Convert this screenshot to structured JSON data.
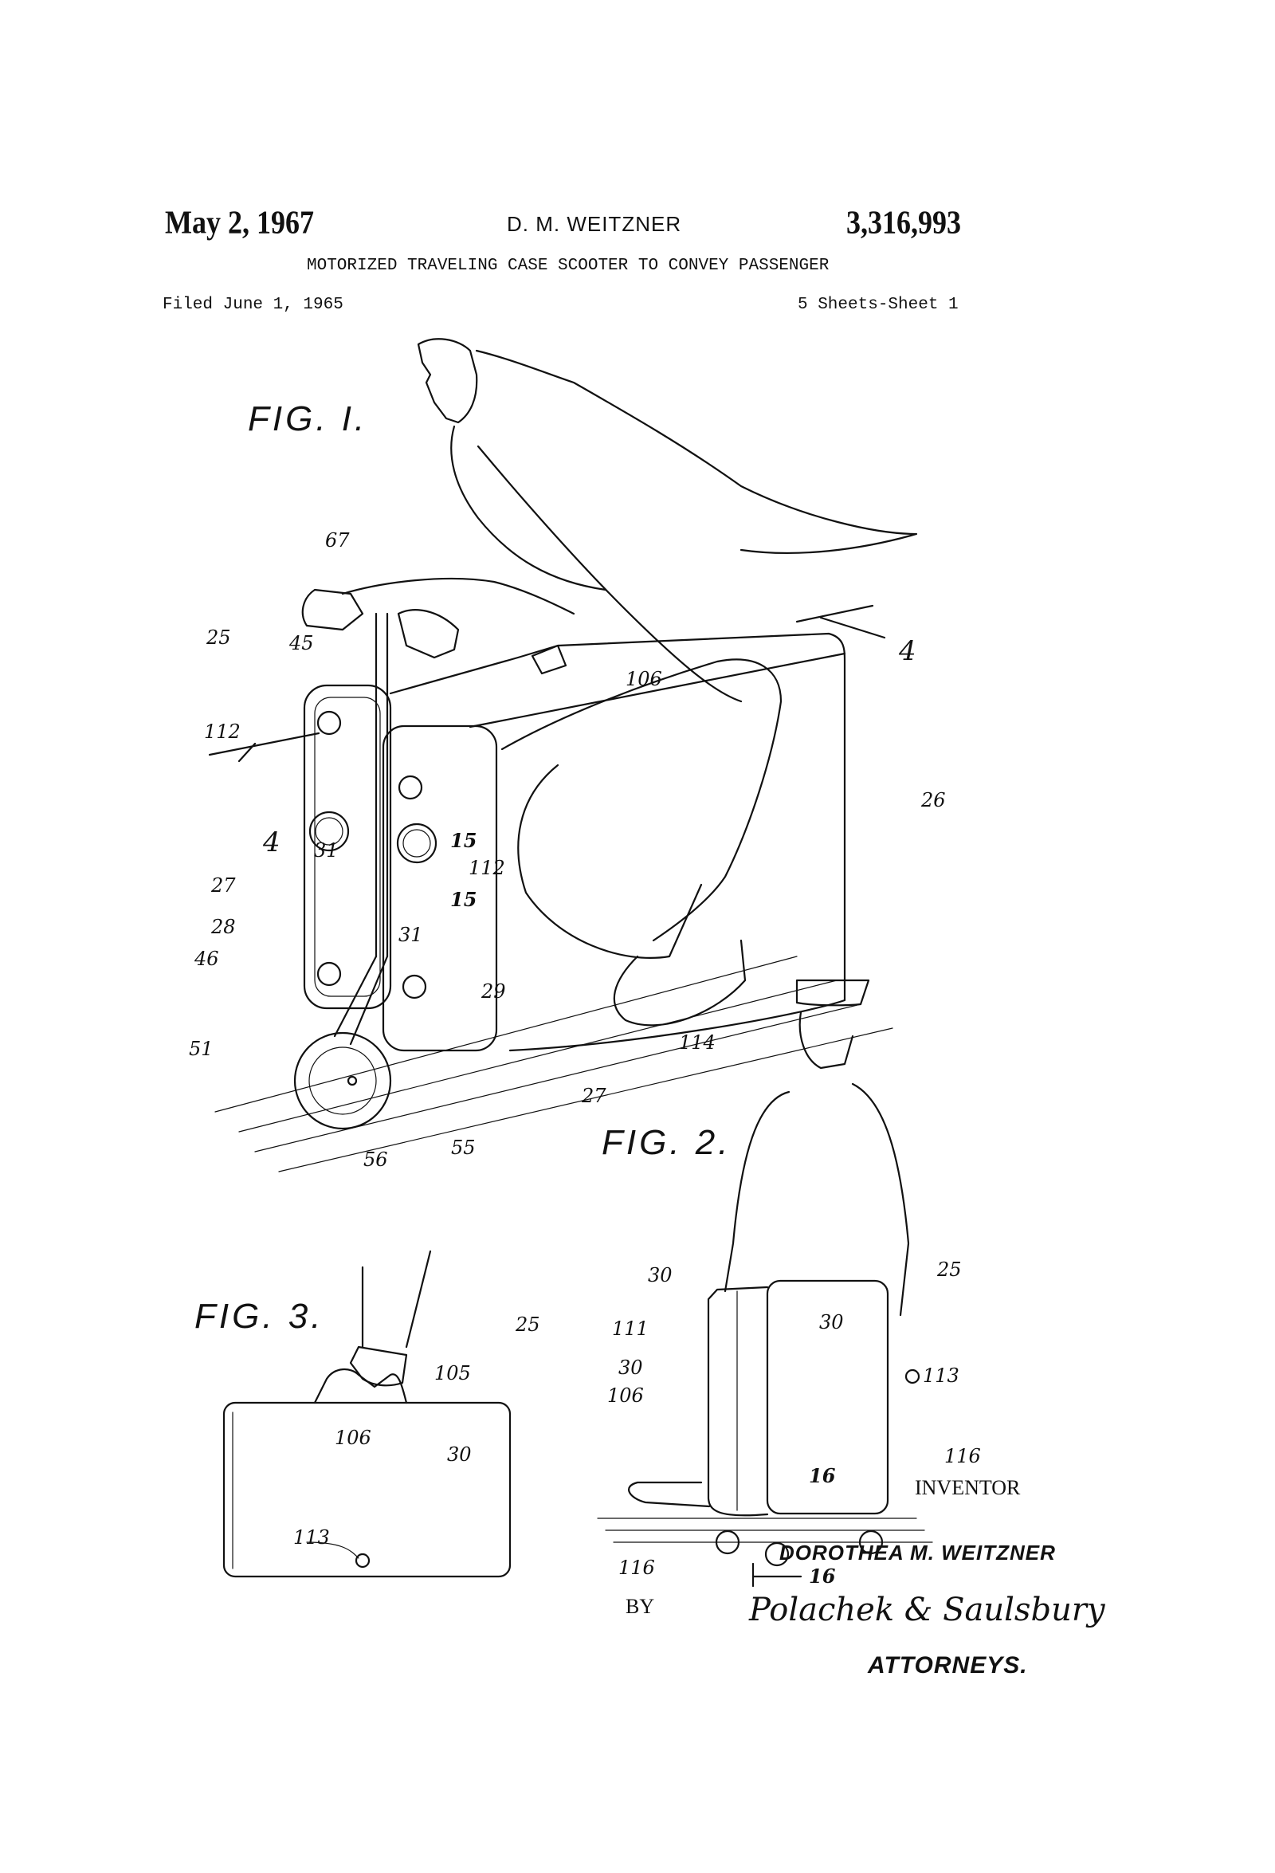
{
  "header": {
    "date": "May 2, 1967",
    "inventor_short": "D. M. WEITZNER",
    "patent_number": "3,316,993",
    "title": "MOTORIZED TRAVELING CASE SCOOTER TO CONVEY PASSENGER",
    "filed": "Filed June 1, 1965",
    "sheets": "5 Sheets-Sheet 1"
  },
  "figures": {
    "fig1": {
      "label": "FIG. I.",
      "refs": [
        "67",
        "25",
        "45",
        "106",
        "112",
        "4",
        "4",
        "26",
        "31",
        "15",
        "112",
        "15",
        "27",
        "28",
        "46",
        "31",
        "29",
        "114",
        "51",
        "27",
        "56",
        "55"
      ]
    },
    "fig2": {
      "label": "FIG. 2.",
      "refs": [
        "30",
        "25",
        "111",
        "30",
        "30",
        "113",
        "106",
        "116",
        "16",
        "116",
        "16"
      ]
    },
    "fig3": {
      "label": "FIG. 3.",
      "refs": [
        "25",
        "105",
        "106",
        "30",
        "113"
      ]
    }
  },
  "signature_block": {
    "inventor_label": "INVENTOR",
    "inventor_name": "DOROTHEA M. WEITZNER",
    "by": "BY",
    "attorney_signature": "Polachek & Saulsbury",
    "attorneys_label": "ATTORNEYS."
  }
}
